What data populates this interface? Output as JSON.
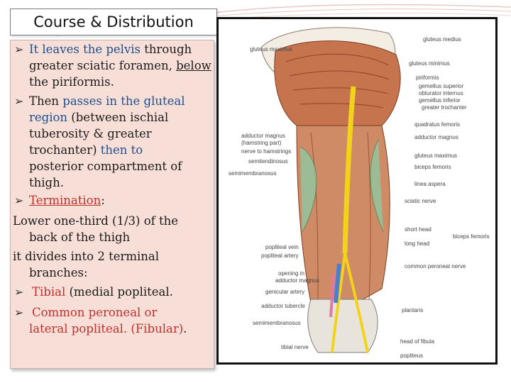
{
  "title": "Course & Distribution",
  "icons": {
    "bullet": "arrow-bullet-icon"
  },
  "colors": {
    "panel": "#f7dfd8",
    "highlight_blue": "#1f4e8c",
    "highlight_red": "#c0302b"
  },
  "text": {
    "b1_a": "It leaves the pelvis",
    "b1_b": " through",
    "b1_c": "greater sciatic foramen, ",
    "b1_d": "below",
    "b1_e": "the piriformis.",
    "b2_a": "Then ",
    "b2_b": "passes in the gluteal",
    "b2_c": "region",
    "b2_d": " (between ischial",
    "b2_e": "tuberosity & greater",
    "b2_f": "trochanter) ",
    "b2_g": "then to",
    "b2_h": "posterior compartment of",
    "b2_i": "thigh.",
    "b3_a": "Termination",
    "b3_b": ":",
    "p1_a": "Lower  one-third (1/3) of the",
    "p1_b": "back of the thigh",
    "p2_a": " it divides into 2 terminal",
    "p2_b": "branches:",
    "b4_a": "Tibial",
    "b4_b": " (medial popliteal.",
    "b5_a": "Common peroneal or",
    "b5_b": "lateral popliteal. (Fibular)",
    "b5_c": "."
  },
  "figure": {
    "labels_left": [
      "gluteus maximus",
      "adductor magnus",
      "(hamstring part)",
      "nerve to hamstrings",
      "semitendinosus",
      "semimembranosus",
      "popliteal vein",
      "popliteal artery",
      "opening in",
      "adductor magnus",
      "genicular artery",
      "adductor tubercle",
      "semimembranosus",
      "tibial nerve"
    ],
    "labels_right": [
      "gluteus medius",
      "gluteus minimus",
      "piriformis",
      "gemellus superior",
      "obturator internus",
      "gemellus inferior",
      "greater trochanter",
      "quadratus femoris",
      "adductor magnus",
      "gluteus maximus",
      "biceps femoris",
      "linea aspera",
      "sciatic nerve",
      "short head",
      "long head",
      "biceps femoris",
      "common peroneal nerve",
      "plantaris",
      "head of fibula",
      "popliteus"
    ]
  }
}
